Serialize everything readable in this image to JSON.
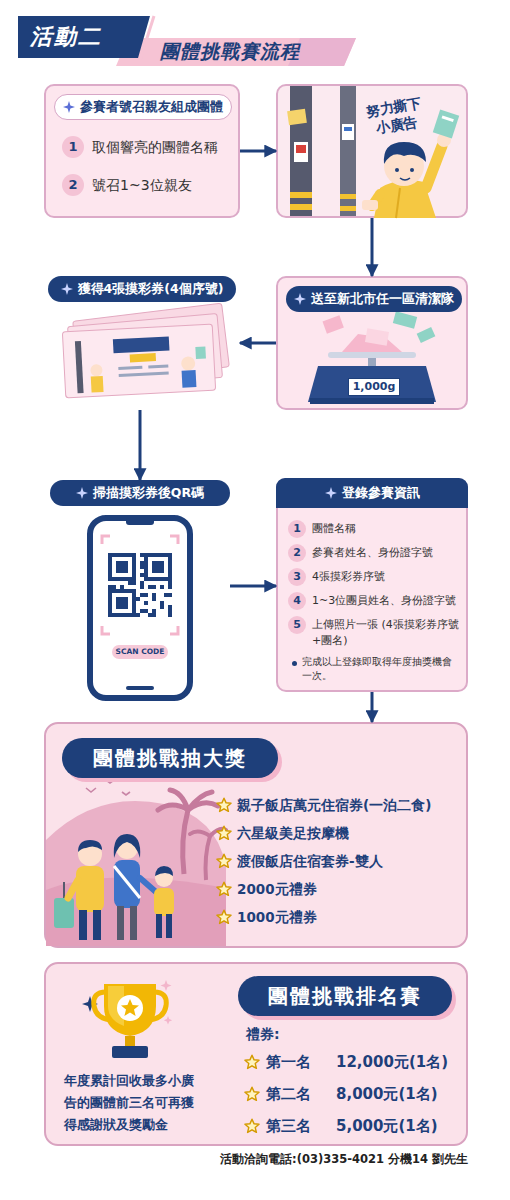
{
  "diagram": {
    "title": "團體挑戰賽流程",
    "nodes": [
      {
        "text": [
          "參賽者號召親友組成團體",
          "1",
          "取個響亮的團體名稱",
          "2",
          "號召1~3位親友"
        ]
      },
      {
        "text": [
          "努力撕下 小廣告"
        ]
      },
      {
        "text": [
          "送至新北市任一區清潔隊",
          "1,000g"
        ]
      },
      {
        "text": [
          "獲得4張摸彩券(4個序號)"
        ]
      },
      {
        "text": [
          "掃描摸彩券後QR碼",
          "SCAN CODE"
        ]
      },
      {
        "text": [
          "登錄參賽資訊",
          "1",
          "團體名稱",
          "2",
          "參賽者姓名、身份證字號",
          "3",
          "4張摸彩券序號",
          "4",
          "1~3位團員姓名、身份證字號",
          "5",
          "上傳照片一張 (4張摸彩券序號+團名)",
          "完成以上登錄即取得年度抽獎機會一次。"
        ]
      },
      {
        "text": [
          "團體挑戰抽大獎",
          "親子飯店萬元住宿券(一泊二食)",
          "六星級美足按摩機",
          "渡假飯店住宿套券-雙人",
          "2000元禮券",
          "1000元禮券"
        ]
      },
      {
        "text": [
          "團體挑戰排名賽",
          "禮券:",
          "第一名",
          "12,000元(1名)",
          "第二名",
          "8,000元(1名)",
          "第三名",
          "5,000元(1名)",
          "年度累計回收最多小廣告的團體前三名可再獲得感謝狀及獎勵金"
        ]
      }
    ],
    "edges": [
      {
        "from": 0,
        "to": 1,
        "arrow": "to"
      },
      {
        "from": 1,
        "to": 2,
        "arrow": "to"
      },
      {
        "from": 2,
        "to": 3,
        "arrow": "to"
      },
      {
        "from": 3,
        "to": 4,
        "arrow": "to"
      },
      {
        "from": 4,
        "to": 5,
        "arrow": "to"
      },
      {
        "from": 5,
        "to": 6,
        "arrow": "to"
      }
    ],
    "labels": [
      "活動二",
      "活動洽詢電話:(03)335-4021 分機14 劉先生"
    ]
  }
}
